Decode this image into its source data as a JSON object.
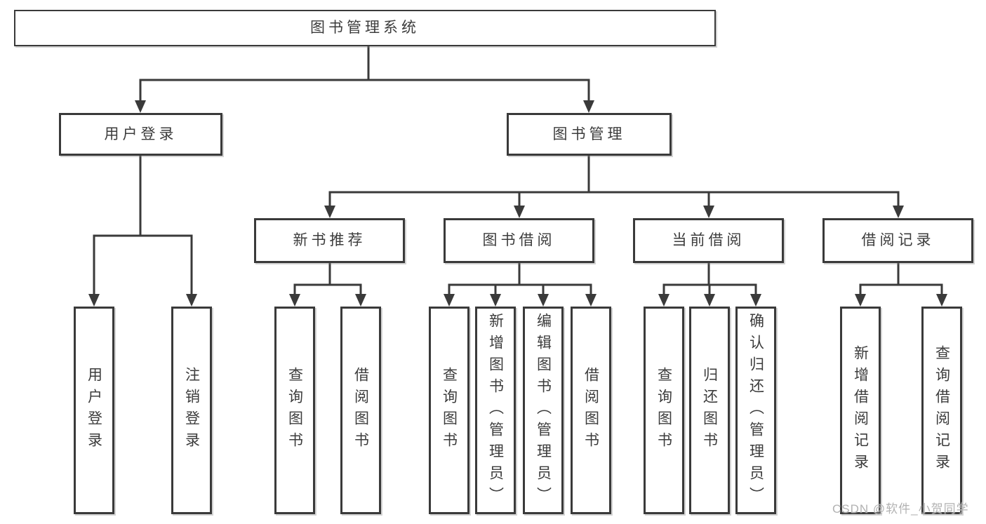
{
  "colors": {
    "line": "#3a3a3a",
    "text": "#3c3c3c",
    "background": "#ffffff",
    "watermark": "#b2b2b2"
  },
  "tree": {
    "root": {
      "label": "图书管理系统",
      "children": [
        {
          "label": "用户登录",
          "children": [
            {
              "label": "用户登录"
            },
            {
              "label": "注销登录"
            }
          ]
        },
        {
          "label": "图书管理",
          "children": [
            {
              "label": "新书推荐",
              "children": [
                {
                  "label": "查询图书"
                },
                {
                  "label": "借阅图书"
                }
              ]
            },
            {
              "label": "图书借阅",
              "children": [
                {
                  "label": "查询图书"
                },
                {
                  "label": "新增图书（管理员）"
                },
                {
                  "label": "编辑图书（管理员）"
                },
                {
                  "label": "借阅图书"
                }
              ]
            },
            {
              "label": "当前借阅",
              "children": [
                {
                  "label": "查询图书"
                },
                {
                  "label": "归还图书"
                },
                {
                  "label": "确认归还（管理员）"
                }
              ]
            },
            {
              "label": "借阅记录",
              "children": [
                {
                  "label": "新增借阅记录"
                },
                {
                  "label": "查询借阅记录"
                }
              ]
            }
          ]
        }
      ]
    }
  },
  "watermark": {
    "text": "CSDN @软件_小贺同学"
  }
}
